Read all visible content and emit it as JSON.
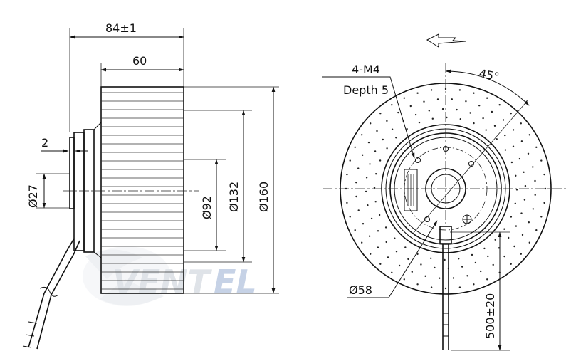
{
  "side_view": {
    "dim_overall_length": "84±1",
    "dim_impeller_length": "60",
    "dim_flange_offset": "2",
    "dim_hub_dia": "Ø27",
    "dim_motor_dia": "Ø92",
    "dim_inlet_dia": "Ø132",
    "dim_outer_dia": "Ø160"
  },
  "front_view": {
    "thread_label": "4-M4",
    "depth_label": "Depth 5",
    "angle_label": "45°",
    "bolt_circle_dia": "Ø58",
    "cable_length": "500±20",
    "rotation_icon": "rotation-direction-arrow-icon"
  },
  "watermark": {
    "text_a": "VENT",
    "text_b": "EL"
  }
}
